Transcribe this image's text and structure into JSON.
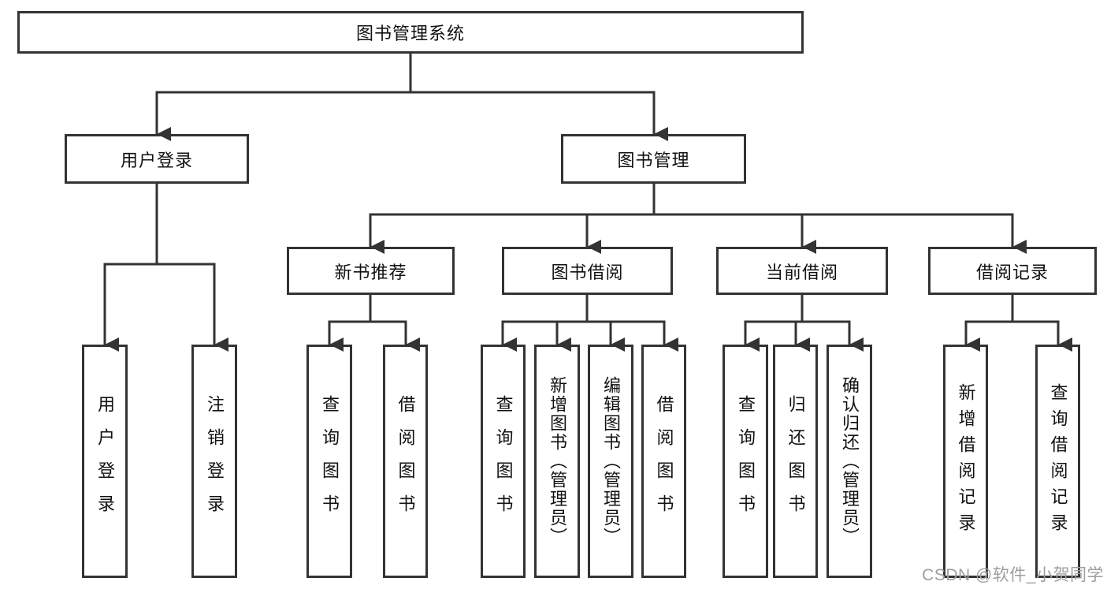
{
  "diagram": {
    "title": "图书管理系统",
    "nodes": {
      "root": {
        "label": "图书管理系统"
      },
      "user_login": {
        "label": "用户登录"
      },
      "book_mgmt": {
        "label": "图书管理"
      },
      "new_book_rec": {
        "label": "新书推荐"
      },
      "book_borrow": {
        "label": "图书借阅"
      },
      "current_borrow": {
        "label": "当前借阅"
      },
      "borrow_records": {
        "label": "借阅记录"
      },
      "leaf_user_login": {
        "label": "用户登录"
      },
      "leaf_logout": {
        "label": "注销登录"
      },
      "leaf_query_book_new": {
        "label": "查询图书"
      },
      "leaf_borrow_book_new": {
        "label": "借阅图书"
      },
      "leaf_query_book_borrow": {
        "label": "查询图书"
      },
      "leaf_add_book": {
        "label": "新增图书（管理员）"
      },
      "leaf_edit_book": {
        "label": "编辑图书（管理员）"
      },
      "leaf_borrow_book_borrow": {
        "label": "借阅图书"
      },
      "leaf_query_book_current": {
        "label": "查询图书"
      },
      "leaf_return_book": {
        "label": "归还图书"
      },
      "leaf_confirm_return": {
        "label": "确认归还（管理员）"
      },
      "leaf_add_borrow_record": {
        "label": "新增借阅记录"
      },
      "leaf_query_borrow_record": {
        "label": "查询借阅记录"
      }
    },
    "edges": [
      {
        "from": "图书管理系统",
        "to": "用户登录"
      },
      {
        "from": "图书管理系统",
        "to": "图书管理"
      },
      {
        "from": "用户登录",
        "to": "用户登录"
      },
      {
        "from": "用户登录",
        "to": "注销登录"
      },
      {
        "from": "图书管理",
        "to": "新书推荐"
      },
      {
        "from": "图书管理",
        "to": "图书借阅"
      },
      {
        "from": "图书管理",
        "to": "当前借阅"
      },
      {
        "from": "图书管理",
        "to": "借阅记录"
      },
      {
        "from": "新书推荐",
        "to": "查询图书"
      },
      {
        "from": "新书推荐",
        "to": "借阅图书"
      },
      {
        "from": "图书借阅",
        "to": "查询图书"
      },
      {
        "from": "图书借阅",
        "to": "新增图书（管理员）"
      },
      {
        "from": "图书借阅",
        "to": "编辑图书（管理员）"
      },
      {
        "from": "图书借阅",
        "to": "借阅图书"
      },
      {
        "from": "当前借阅",
        "to": "查询图书"
      },
      {
        "from": "当前借阅",
        "to": "归还图书"
      },
      {
        "from": "当前借阅",
        "to": "确认归还（管理员）"
      },
      {
        "from": "借阅记录",
        "to": "新增借阅记录"
      },
      {
        "from": "借阅记录",
        "to": "查询借阅记录"
      }
    ]
  },
  "watermark": {
    "text": "CSDN @软件_小贺同学"
  },
  "colors": {
    "line": "#333333",
    "box_border": "#333333",
    "box_fill": "#ffffff",
    "text": "#111111",
    "watermark": "#9e9e9e",
    "background": "#ffffff"
  }
}
